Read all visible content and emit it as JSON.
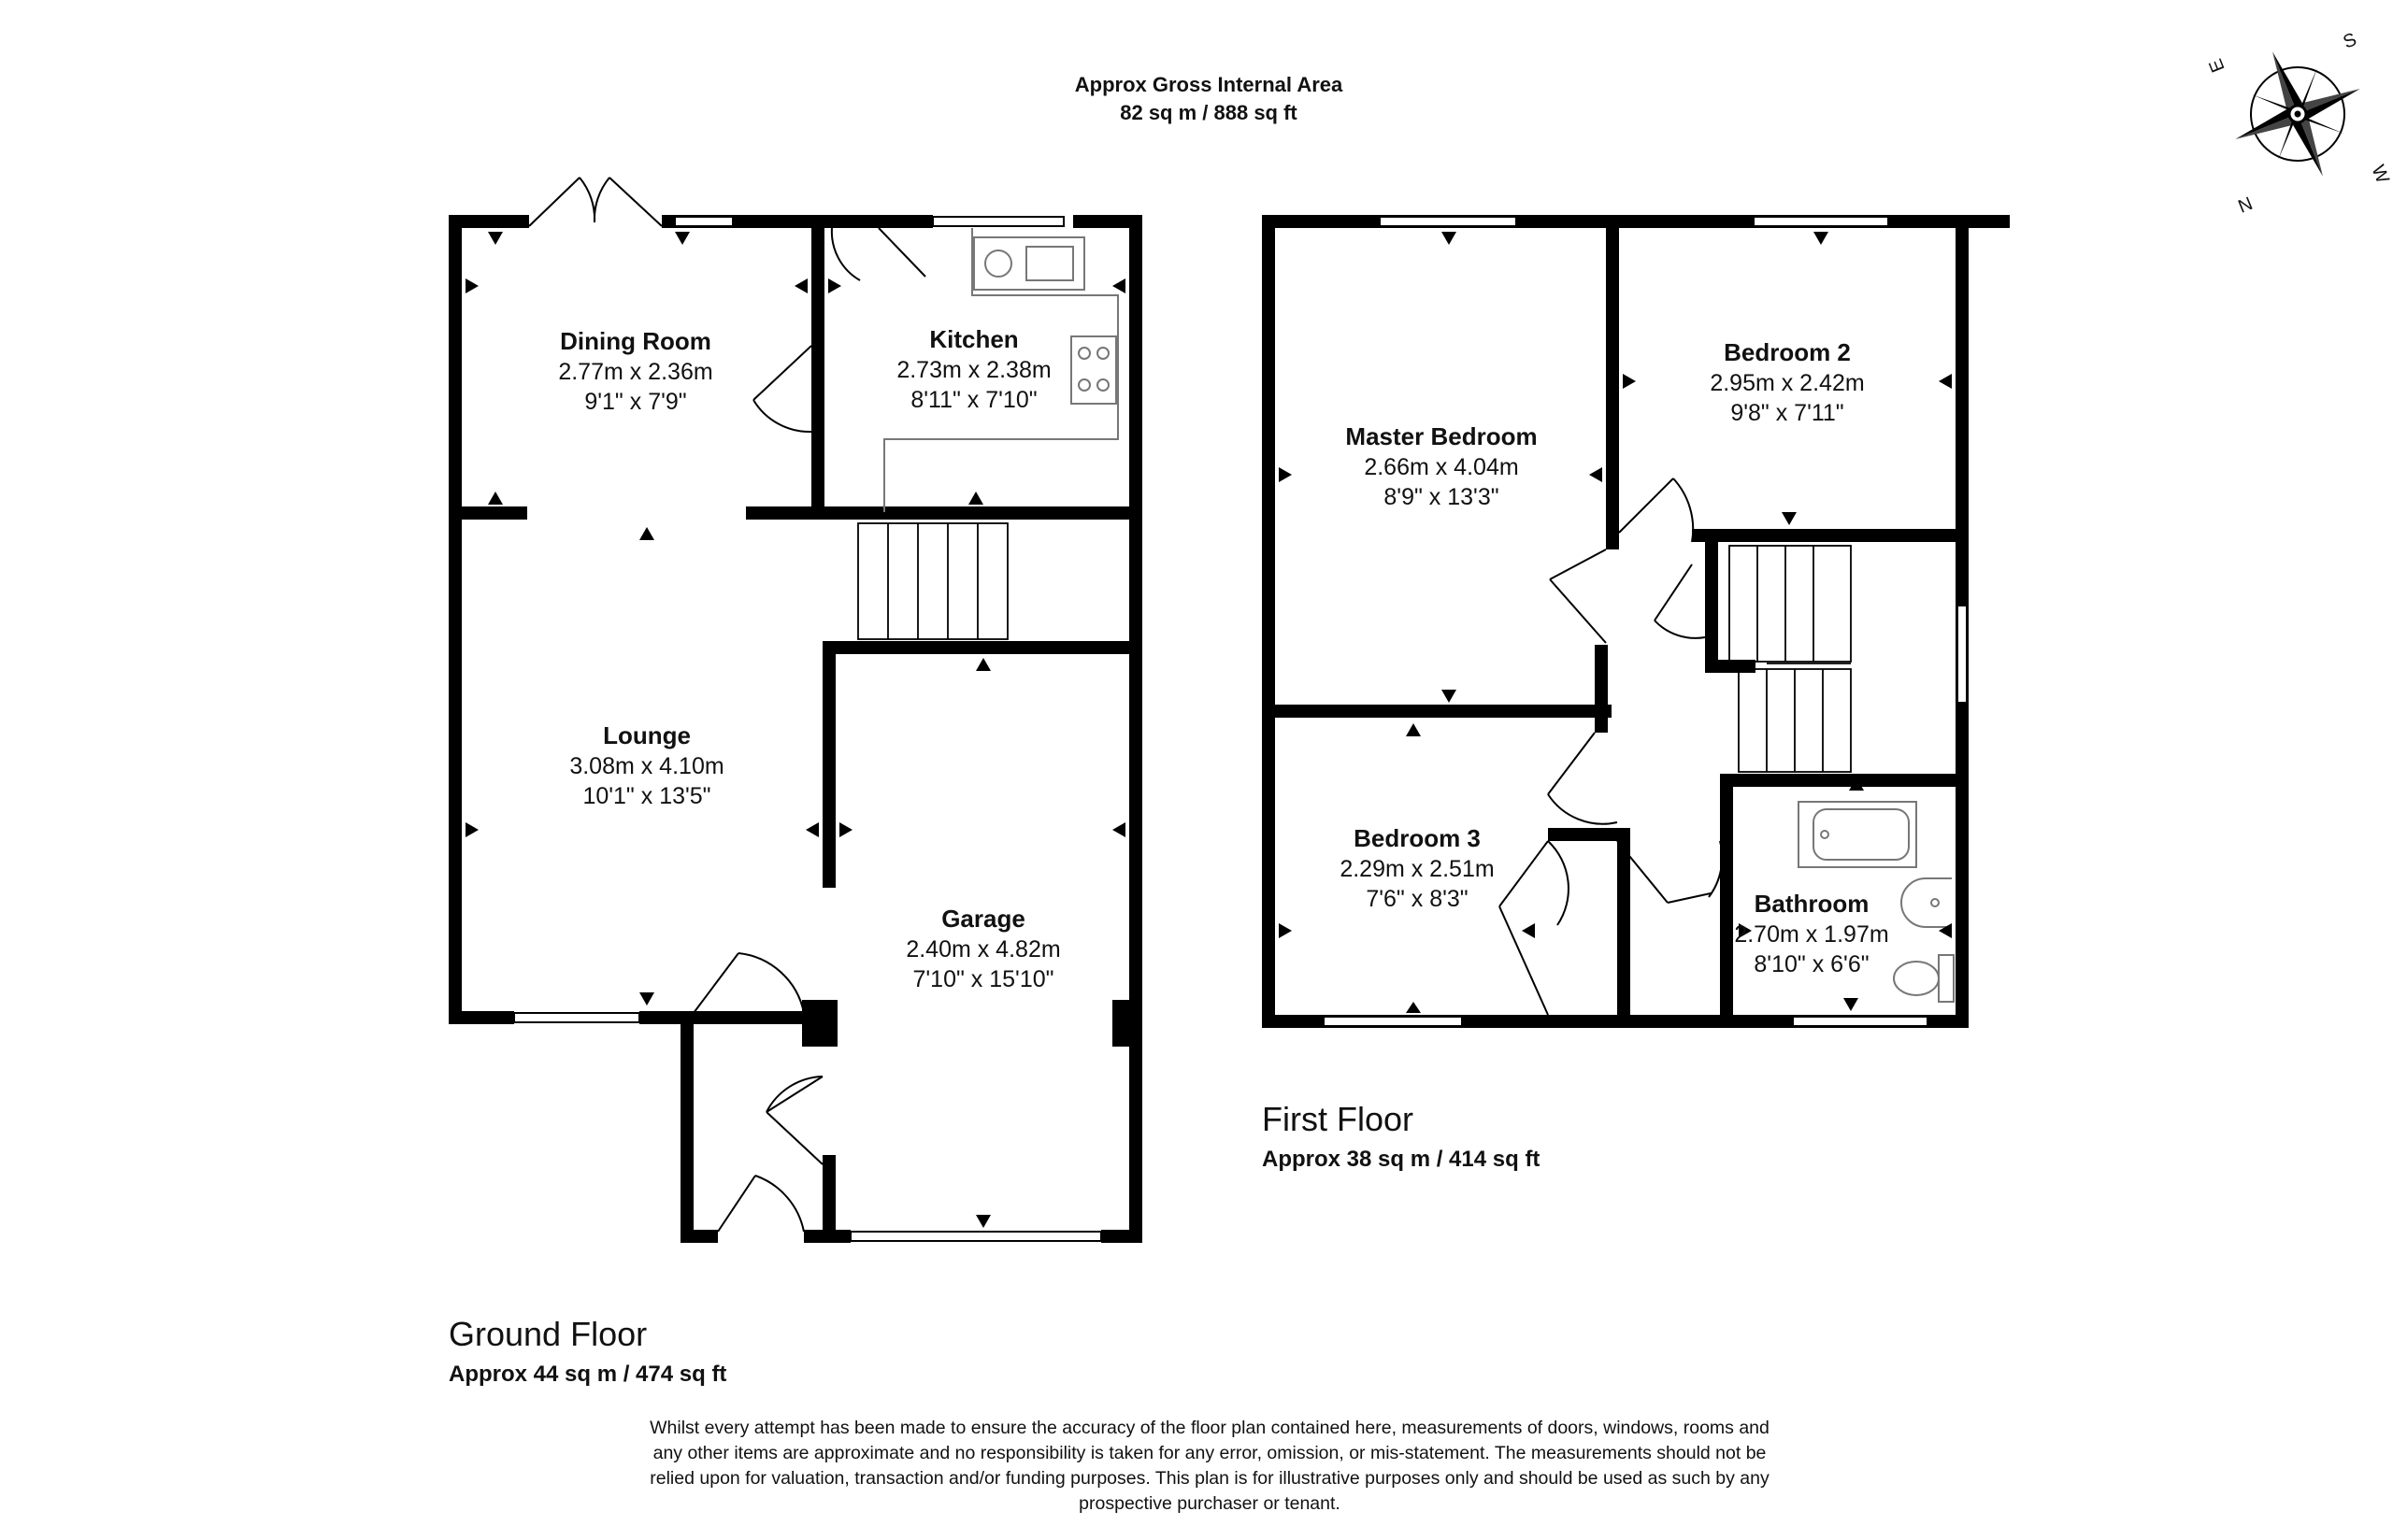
{
  "header": {
    "gross_area_title": "Approx Gross Internal Area",
    "gross_area_value": "82 sq m / 888 sq ft"
  },
  "compass": {
    "icon": "compass-rose-icon",
    "labels": [
      "S",
      "W",
      "N",
      "E"
    ]
  },
  "ground_floor": {
    "label": "Ground Floor",
    "area": "Approx 44 sq m / 474 sq ft",
    "rooms": [
      {
        "name": "Dining Room",
        "metric": "2.77m x 2.36m",
        "imperial": "9'1\" x 7'9\""
      },
      {
        "name": "Kitchen",
        "metric": "2.73m x 2.38m",
        "imperial": "8'11\" x 7'10\""
      },
      {
        "name": "Lounge",
        "metric": "3.08m x 4.10m",
        "imperial": "10'1\" x 13'5\""
      },
      {
        "name": "Garage",
        "metric": "2.40m x 4.82m",
        "imperial": "7'10\" x 15'10\""
      }
    ]
  },
  "first_floor": {
    "label": "First Floor",
    "area": "Approx 38 sq m / 414 sq ft",
    "rooms": [
      {
        "name": "Master Bedroom",
        "metric": "2.66m x 4.04m",
        "imperial": "8'9\" x 13'3\""
      },
      {
        "name": "Bedroom 2",
        "metric": "2.95m x 2.42m",
        "imperial": "9'8\" x 7'11\""
      },
      {
        "name": "Bedroom 3",
        "metric": "2.29m x 2.51m",
        "imperial": "7'6\" x 8'3\""
      },
      {
        "name": "Bathroom",
        "metric": "2.70m x 1.97m",
        "imperial": "8'10\" x 6'6\""
      }
    ]
  },
  "disclaimer": [
    "Whilst every attempt has been made to ensure the accuracy of the floor plan contained here, measurements of doors, windows, rooms and",
    "any other items are approximate and no responsibility is taken for any error, omission, or mis-statement. The measurements should not be",
    "relied upon for valuation, transaction and/or funding purposes. This plan is for illustrative purposes only and should be used as such by any",
    "prospective purchaser or tenant."
  ]
}
